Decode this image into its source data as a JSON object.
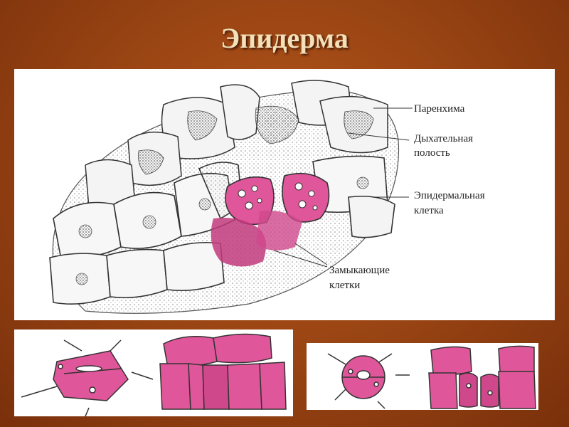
{
  "slide": {
    "title": "Эпидерма"
  },
  "diagram": {
    "labels": {
      "parenchyma": "Паренхима",
      "respiratory_cavity_1": "Дыхательная",
      "respiratory_cavity_2": "полость",
      "epidermal_cell_1": "Эпидермальная",
      "epidermal_cell_2": "клетка",
      "guard_cells_1": "Замыкающие",
      "guard_cells_2": "клетки"
    },
    "colors": {
      "guard_cell": "#e0569a",
      "guard_cell_dark": "#c23a7e",
      "outline": "#333333",
      "stipple": "#9a9a9a"
    }
  }
}
